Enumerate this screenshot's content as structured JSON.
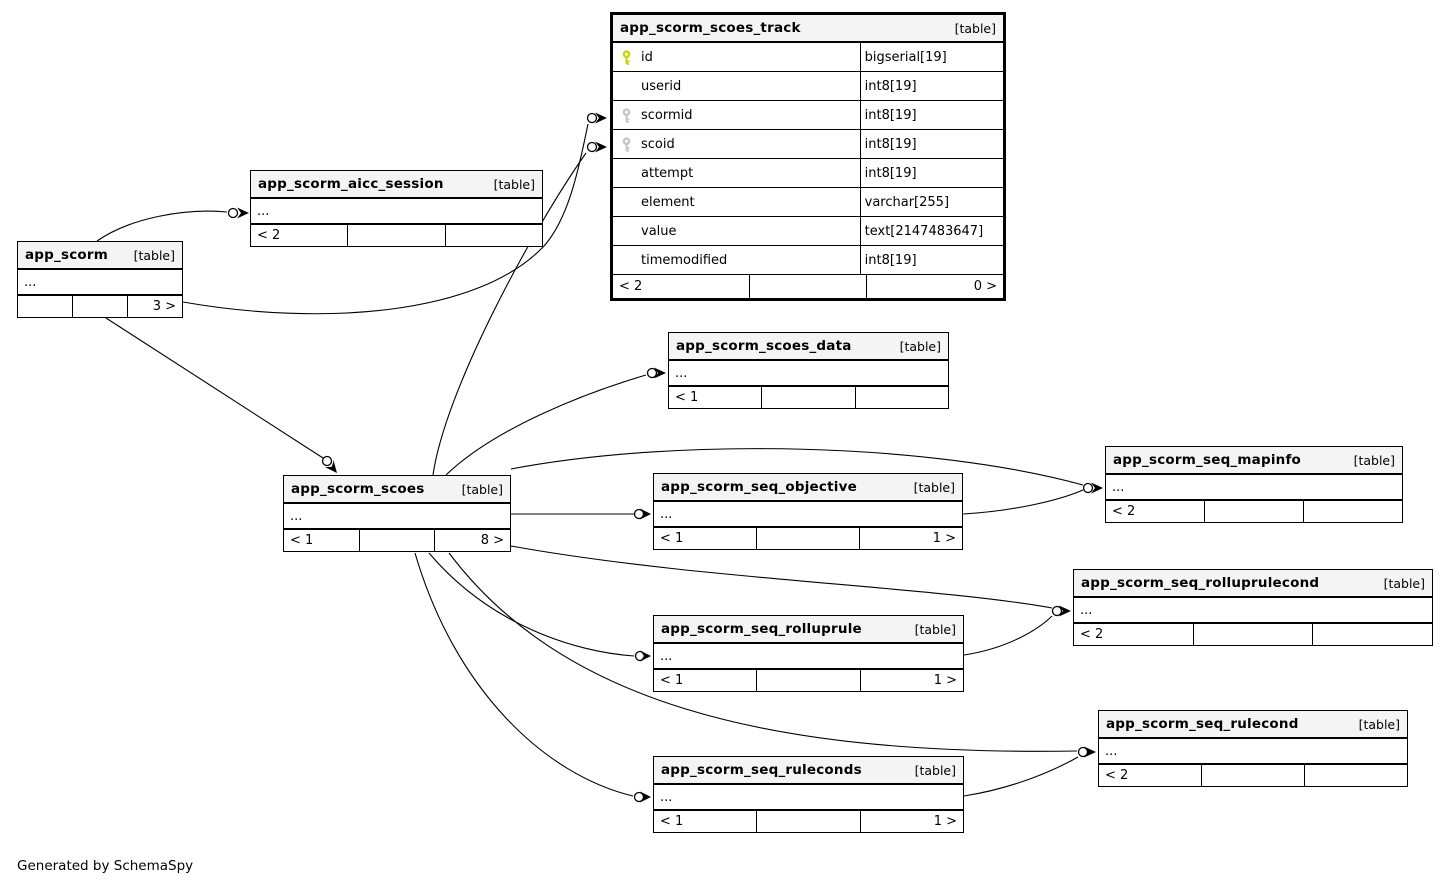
{
  "diagram": {
    "generated_by": "Generated by SchemaSpy",
    "colors": {
      "primary_key_icon": "#cfcf04",
      "foreign_key_icon": "#c6c6c6",
      "header_background": "#f4f4f4",
      "border": "#000000",
      "background": "#ffffff"
    },
    "tables": {
      "scoes_track": {
        "name": "app_scorm_scoes_track",
        "badge": "[table]",
        "columns": [
          {
            "name": "id",
            "type": "bigserial[19]",
            "key": "primary"
          },
          {
            "name": "userid",
            "type": "int8[19]",
            "key": ""
          },
          {
            "name": "scormid",
            "type": "int8[19]",
            "key": "foreign"
          },
          {
            "name": "scoid",
            "type": "int8[19]",
            "key": "foreign"
          },
          {
            "name": "attempt",
            "type": "int8[19]",
            "key": ""
          },
          {
            "name": "element",
            "type": "varchar[255]",
            "key": ""
          },
          {
            "name": "value",
            "type": "text[2147483647]",
            "key": ""
          },
          {
            "name": "timemodified",
            "type": "int8[19]",
            "key": ""
          }
        ],
        "footer_left": "< 2",
        "footer_mid": "",
        "footer_right": "0 >"
      },
      "aicc_session": {
        "name": "app_scorm_aicc_session",
        "badge": "[table]",
        "ellipsis": "...",
        "footer_left": "< 2",
        "footer_mid": "",
        "footer_right": ""
      },
      "scorm": {
        "name": "app_scorm",
        "badge": "[table]",
        "ellipsis": "...",
        "footer_left": "",
        "footer_mid": "",
        "footer_right": "3 >"
      },
      "scoes": {
        "name": "app_scorm_scoes",
        "badge": "[table]",
        "ellipsis": "...",
        "footer_left": "< 1",
        "footer_mid": "",
        "footer_right": "8 >"
      },
      "scoes_data": {
        "name": "app_scorm_scoes_data",
        "badge": "[table]",
        "ellipsis": "...",
        "footer_left": "< 1",
        "footer_mid": "",
        "footer_right": ""
      },
      "seq_objective": {
        "name": "app_scorm_seq_objective",
        "badge": "[table]",
        "ellipsis": "...",
        "footer_left": "< 1",
        "footer_mid": "",
        "footer_right": "1 >"
      },
      "seq_mapinfo": {
        "name": "app_scorm_seq_mapinfo",
        "badge": "[table]",
        "ellipsis": "...",
        "footer_left": "< 2",
        "footer_mid": "",
        "footer_right": ""
      },
      "seq_rolluprulecond": {
        "name": "app_scorm_seq_rolluprulecond",
        "badge": "[table]",
        "ellipsis": "...",
        "footer_left": "< 2",
        "footer_mid": "",
        "footer_right": ""
      },
      "seq_rolluprule": {
        "name": "app_scorm_seq_rolluprule",
        "badge": "[table]",
        "ellipsis": "...",
        "footer_left": "< 1",
        "footer_mid": "",
        "footer_right": "1 >"
      },
      "seq_rulecond": {
        "name": "app_scorm_seq_rulecond",
        "badge": "[table]",
        "ellipsis": "...",
        "footer_left": "< 2",
        "footer_mid": "",
        "footer_right": ""
      },
      "seq_ruleconds": {
        "name": "app_scorm_seq_ruleconds",
        "badge": "[table]",
        "ellipsis": "...",
        "footer_left": "< 1",
        "footer_mid": "",
        "footer_right": "1 >"
      }
    },
    "relationships": [
      {
        "parent": "app_scorm",
        "child": "app_scorm_aicc_session"
      },
      {
        "parent": "app_scorm",
        "child": "app_scorm_scoes_track",
        "column": "scormid"
      },
      {
        "parent": "app_scorm",
        "child": "app_scorm_scoes"
      },
      {
        "parent": "app_scorm_scoes",
        "child": "app_scorm_scoes_track",
        "column": "scoid"
      },
      {
        "parent": "app_scorm_scoes",
        "child": "app_scorm_scoes_data"
      },
      {
        "parent": "app_scorm_scoes",
        "child": "app_scorm_seq_objective"
      },
      {
        "parent": "app_scorm_scoes",
        "child": "app_scorm_seq_mapinfo"
      },
      {
        "parent": "app_scorm_seq_objective",
        "child": "app_scorm_seq_mapinfo"
      },
      {
        "parent": "app_scorm_scoes",
        "child": "app_scorm_seq_rolluprule"
      },
      {
        "parent": "app_scorm_scoes",
        "child": "app_scorm_seq_rolluprulecond"
      },
      {
        "parent": "app_scorm_seq_rolluprule",
        "child": "app_scorm_seq_rolluprulecond"
      },
      {
        "parent": "app_scorm_scoes",
        "child": "app_scorm_seq_ruleconds"
      },
      {
        "parent": "app_scorm_scoes",
        "child": "app_scorm_seq_rulecond"
      },
      {
        "parent": "app_scorm_seq_ruleconds",
        "child": "app_scorm_seq_rulecond"
      }
    ]
  }
}
